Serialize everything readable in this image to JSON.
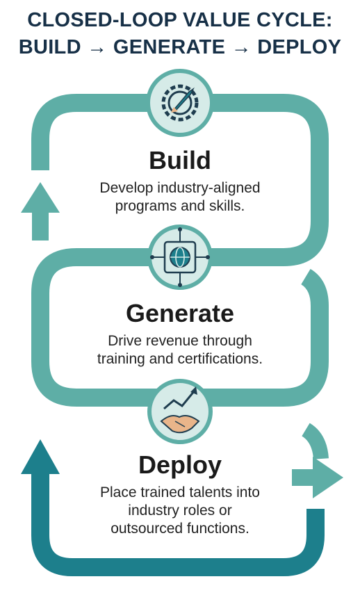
{
  "title": {
    "line1": "CLOSED-LOOP VALUE CYCLE:",
    "line2": "BUILD → GENERATE → DEPLOY"
  },
  "colors": {
    "teal_light": "#5eaea6",
    "teal_dark": "#1d7f8c",
    "icon_ring": "#d6ebe8",
    "icon_stroke": "#1f3d4f",
    "handshake": "#e9b58a",
    "title": "#173047"
  },
  "stages": [
    {
      "name": "Build",
      "description_line1": "Develop industry-aligned",
      "description_line2": "programs and skills.",
      "icon": "rocket-gear-icon"
    },
    {
      "name": "Generate",
      "description_line1": "Drive revenue through",
      "description_line2": "training and certifications.",
      "icon": "circuit-globe-icon"
    },
    {
      "name": "Deploy",
      "description_line1": "Place trained talents into",
      "description_line2": "industry roles or",
      "description_line3": "outsourced functions.",
      "icon": "handshake-growth-icon"
    }
  ]
}
